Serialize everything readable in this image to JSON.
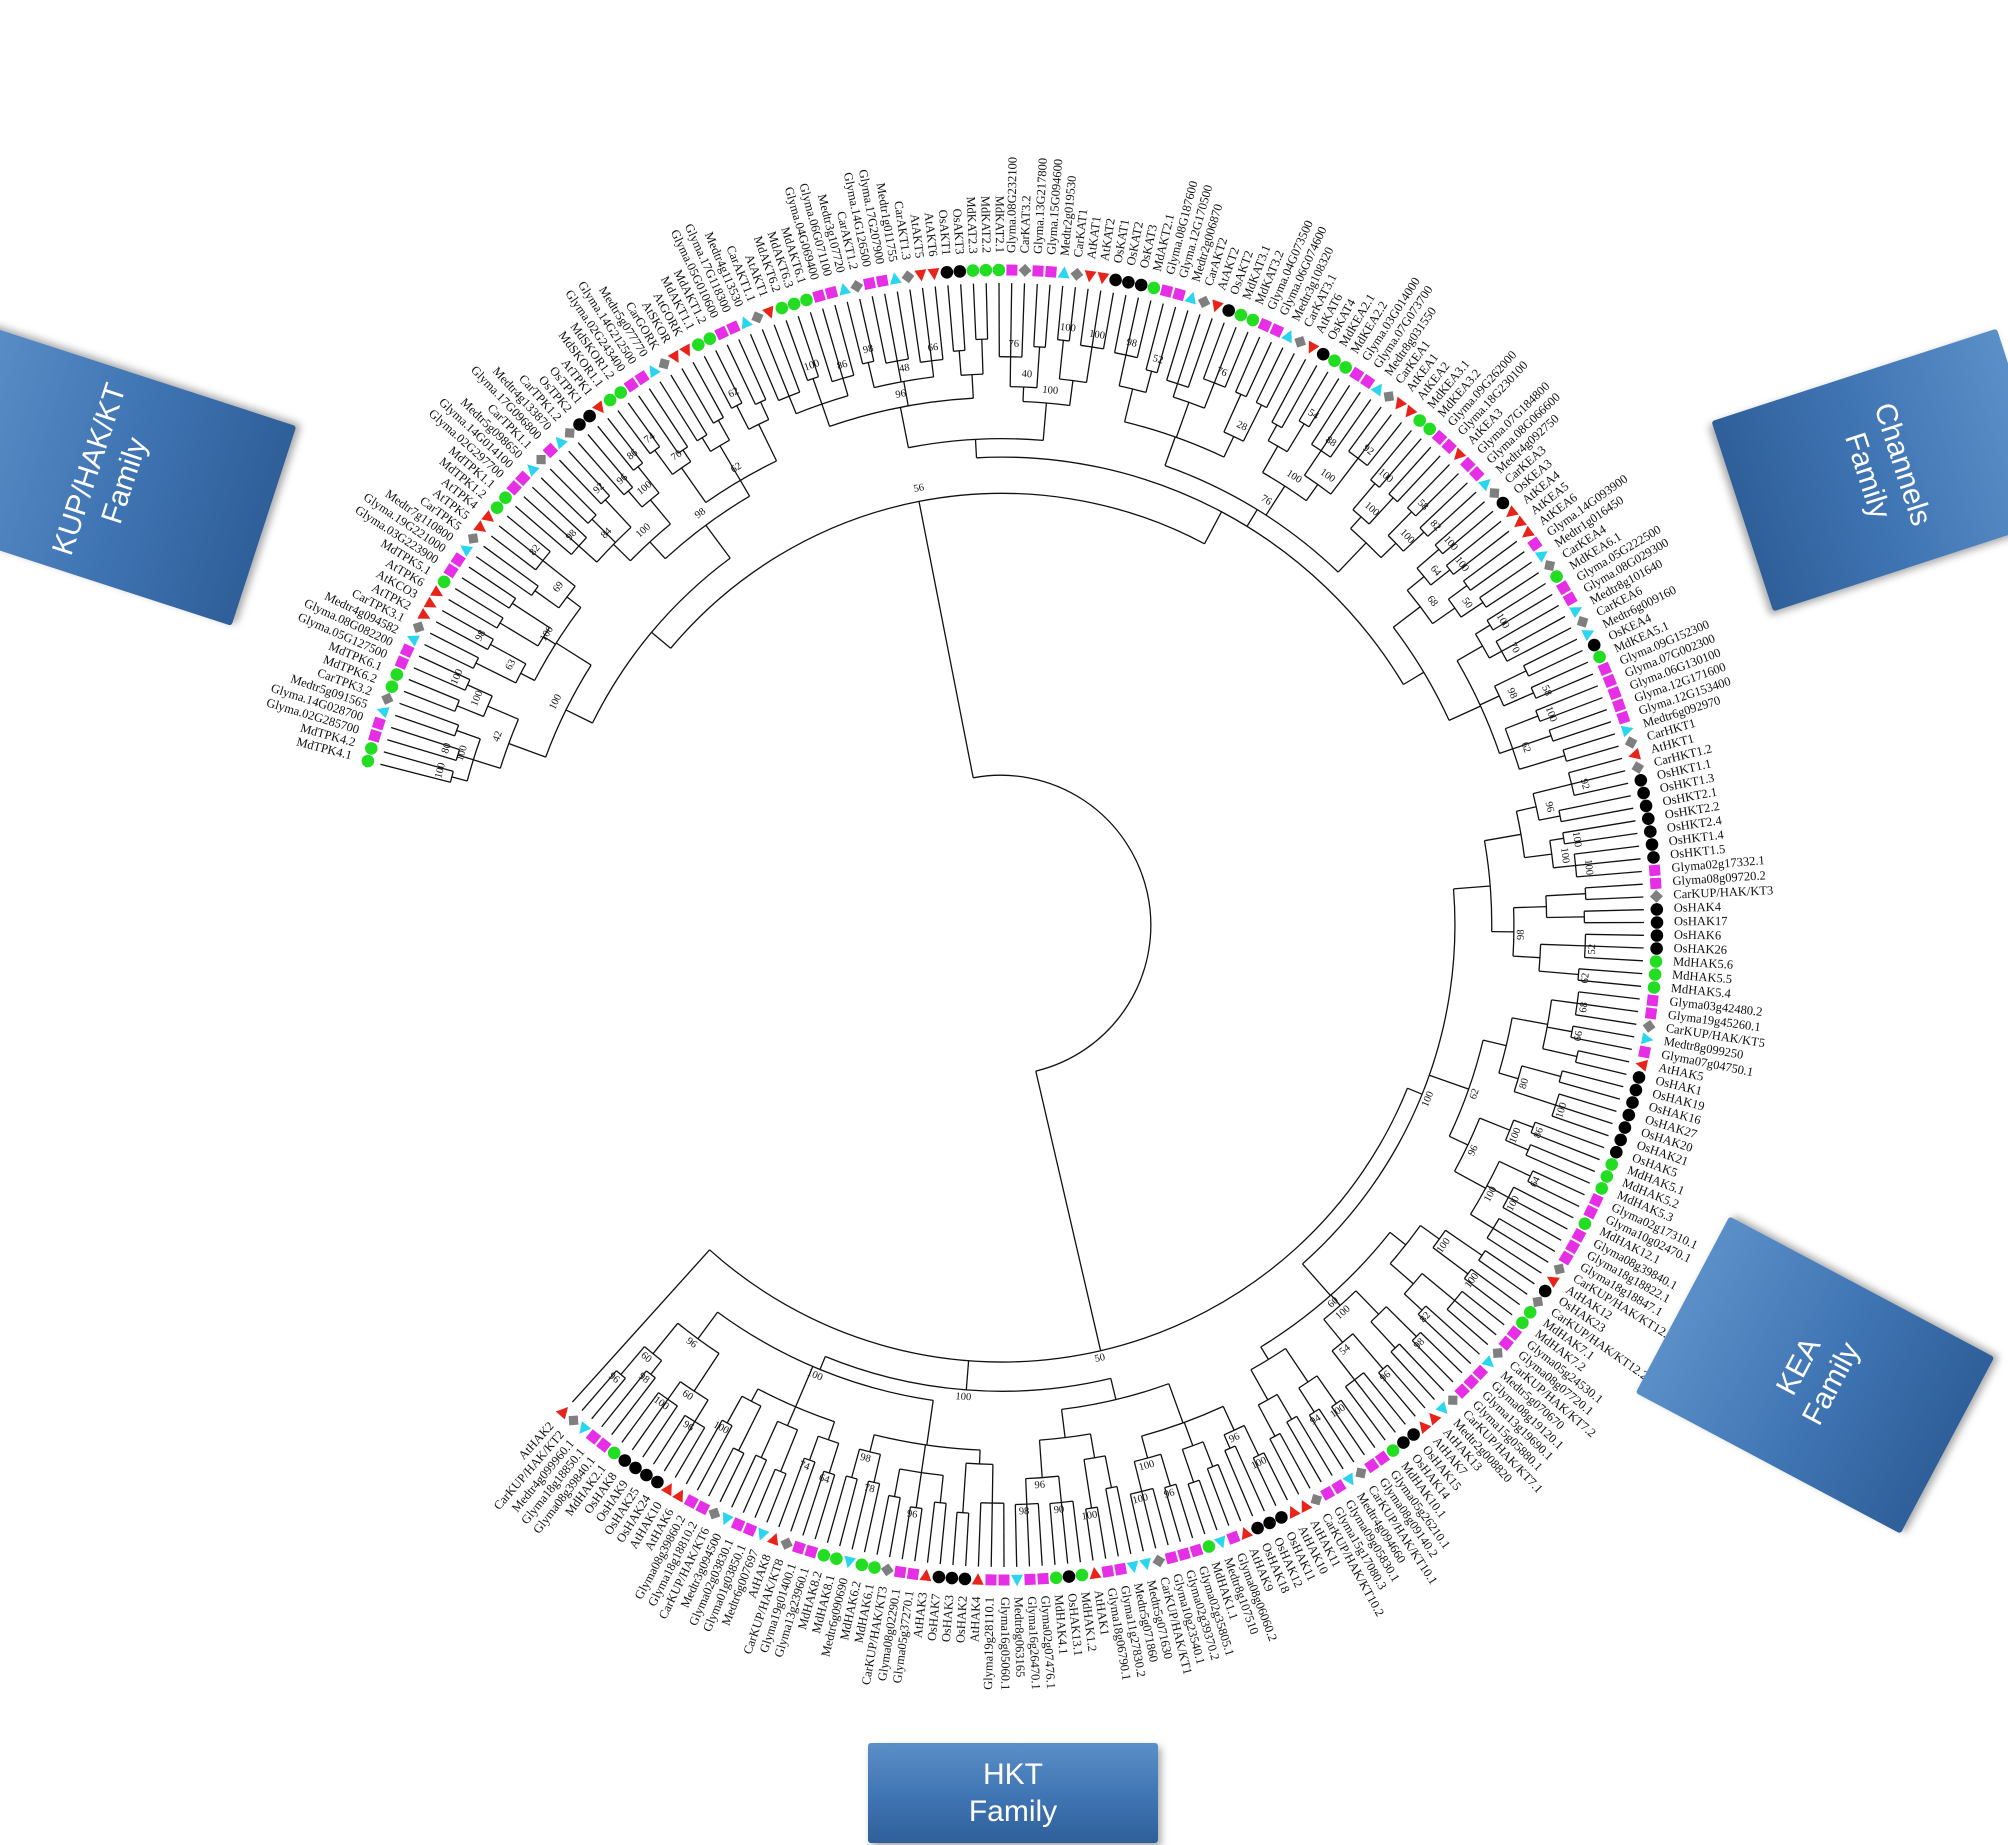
{
  "colors": {
    "At": "#e8231a",
    "Os": "#000000",
    "Md": "#22dd22",
    "Glyma": "#e62ee6",
    "Medtr": "#2ad6ee",
    "Car": "#7f7f7f",
    "branch": "#111111",
    "box": "#4a7fbf"
  },
  "families": [
    {
      "name": "KUP/HAK/KT\nFamily"
    },
    {
      "name": "Channels\nFamily"
    },
    {
      "name": "KEA\nFamily"
    },
    {
      "name": "HKT\nFamily"
    }
  ],
  "leaves": [
    "MdTPK4.1",
    "MdTPK4.2",
    "Glyma.02G285700",
    "Glyma.14G028700",
    "Medtr5g091565",
    "CarTPK3.2",
    "MdTPK6.2",
    "MdTPK6.1",
    "Glyma.05G127500",
    "Glyma.08G082200",
    "Medtr4g094582",
    "CarTPK3.1",
    "AtTPK2",
    "AtKCO3",
    "AtTPK6",
    "MdTPK5.1",
    "Glyma.03G223900",
    "Glyma.19G221000",
    "Medtr7g110800",
    "CarTPK5",
    "AtTPK5",
    "AtTPK4",
    "MdTPK1.2",
    "MdTPK1.1",
    "Glyma.02G297700",
    "Glyma.14G014100",
    "Medtr5g098650",
    "CarTPK1.1",
    "Glyma.17G096800",
    "Medtr4g133870",
    "CarTPK1.2",
    "OsTPK2",
    "OsTPK1",
    "AtTPK1",
    "MdSKOR1.1",
    "MdSKOR1.2",
    "Glyma.02G243400",
    "Glyma.14G212500",
    "Medtr5g077770",
    "CarGORK",
    "AtSKOR",
    "AtGORK",
    "MdAKT1.1",
    "MdAKT1.2",
    "Glyma.05G010600",
    "Glyma.17G118300",
    "Medtr4g113530",
    "CarAKT1.1",
    "AtAKT1",
    "MdAKT6.2",
    "MdAKT6.3",
    "MdAKT6.1",
    "Glyma.04G069400",
    "Glyma.06G071100",
    "Medtr3g107720",
    "CarAKT1.2",
    "Glyma.14G126500",
    "Glyma.17G207900",
    "Medtr1g011755",
    "CarAKT1.3",
    "AtAKT5",
    "AtAKT6",
    "OsAKT1",
    "OsAKT3",
    "MdKAT2.3",
    "MdKAT2.2",
    "MdKAT2.1",
    "Glyma.08G232100",
    "CarKAT3.2",
    "Glyma.13G217800",
    "Glyma.15G094600",
    "Medtr2g019530",
    "CarKAT1",
    "AtKAT1",
    "AtKAT2",
    "OsKAT1",
    "OsKAT2",
    "OsKAT3",
    "MdAKT2.1",
    "Glyma.08G187600",
    "Glyma.12G170500",
    "Medtr2g006870",
    "CarAKT2",
    "AtAKT2",
    "OsAKT2",
    "MdKAT3.1",
    "MdKAT3.2",
    "Glyma.04G073500",
    "Glyma.06G074600",
    "Medtr3g108320",
    "CarKAT3.1",
    "AtKAT6",
    "OsKAT4",
    "MdKEA2.1",
    "MdKEA2.2",
    "Glyma.03G014000",
    "Glyma.07G073700",
    "Medtr8g031550",
    "CarKEA1",
    "AtKEA1",
    "AtKEA2",
    "MdKEA3.1",
    "MdKEA3.2",
    "Glyma.09G262000",
    "Glyma.18G230100",
    "AtKEA3",
    "Glyma.07G184800",
    "Glyma.08G066600",
    "Medtr4g092750",
    "CarKEA3",
    "OsKEA3",
    "AtKEA4",
    "AtKEA5",
    "AtKEA6",
    "Glyma.14G093900",
    "Medtr1g016450",
    "CarKEA4",
    "MdKEA6.1",
    "Glyma.05G222500",
    "Glyma.08G029300",
    "Medtr8g101640",
    "CarKEA6",
    "Medtr6g009160",
    "OsKEA4",
    "MdKEA5.1",
    "Glyma.09G152300",
    "Glyma.07G002300",
    "Glyma.06G130100",
    "Glyma.12G171600",
    "Glyma.12G153400",
    "Medtr6g092970",
    "CarHKT1",
    "AtHKT1",
    "CarHKT1.2",
    "OsHKT1.1",
    "OsHKT1.3",
    "OsHKT2.1",
    "OsHKT2.2",
    "OsHKT2.4",
    "OsHKT1.4",
    "OsHKT1.5",
    "Glyma02g17332.1",
    "Glyma08g09720.2",
    "CarKUP/HAK/KT3",
    "OsHAK4",
    "OsHAK17",
    "OsHAK6",
    "OsHAK26",
    "MdHAK5.6",
    "MdHAK5.5",
    "MdHAK5.4",
    "Glyma03g42480.2",
    "Glyma19g45260.1",
    "CarKUP/HAK/KT5",
    "Medtr8g099250",
    "Glyma07g04750.1",
    "AtHAK5",
    "OsHAK1",
    "OsHAK19",
    "OsHAK16",
    "OsHAK27",
    "OsHAK20",
    "OsHAK21",
    "OsHAK5",
    "MdHAK5.1",
    "MdHAK5.2",
    "MdHAK5.3",
    "Glyma02g17310.1",
    "Glyma10g02470.1",
    "MdHAK12.1",
    "Glyma08g39840.1",
    "Glyma18g18822.1",
    "Glyma18g18847.1",
    "CarKUP/HAK/KT12.1",
    "AtHAK12",
    "OsHAK23",
    "CarKUP/HAK/KT12.2",
    "MdHAK7.1",
    "MdHAK7.2",
    "Glyma05g24530.1",
    "Glyma08g07720.1",
    "CarKUP/HAK/KT7.2",
    "Medtr5g070670",
    "Glyma08g19120.1",
    "Glyma13g19690.1",
    "Glyma15g05880.1",
    "CarKUP/HAK/KT7.1",
    "Medtr2g008820",
    "AtHAK13",
    "AtHAK7",
    "OsHAK15",
    "OsHAK14",
    "MdHAK10.1",
    "Glyma05g26210.1",
    "Glyma08g09140.2",
    "CarKUP/HAK/KT10.1",
    "Medtr4g094660",
    "Glyma09g05830.1",
    "Glyma15g17080.3",
    "CarKUP/HAK/KT10.2",
    "AtHAK11",
    "AtHAK10",
    "OsHAK11",
    "OsHAK12",
    "OsHAK18",
    "AtHAK9",
    "Glyma08g06060.2",
    "Medtr8g107510",
    "MdHAK1.1",
    "Glyma02g35805.1",
    "Glyma02g39370.2",
    "Glyma10g23540.1",
    "CarKUP/HAK/KT1",
    "Medtr5g071630",
    "Medtr5g071860",
    "Glyma11g27830.2",
    "Glyma18g06790.1",
    "AtHAK1",
    "MdHAK1.2",
    "OsHAK13.1",
    "MdHAK4.1",
    "Glyma02g07476.1",
    "Glyma16g26470.1",
    "Medtr8g063165",
    "Glyma16g05060.1",
    "Glyma19g28110.1",
    "AtHAK4",
    "OsHAK2",
    "OsHAK3",
    "OsHAK7",
    "AtHAK3",
    "Glyma05g37270.1",
    "Glyma08g02290.1",
    "CarKUP/HAK/KT3",
    "MdHAK6.1",
    "MdHAK6.2",
    "Medtr6g090690",
    "MdHAK8.1",
    "MdHAK8.2",
    "Glyma13g23960.1",
    "Glyma19g01400.1",
    "CarKUP/HAK/KT8",
    "AtHAK8",
    "Medtr6g007697",
    "Glyma01g03850.1",
    "Glyma02g03830.1",
    "Medtr3g094500",
    "CarKUP/HAK/KT6",
    "Glyma18g18810.2",
    "Glyma08g39860.2",
    "AtHAK6",
    "AtHAK10",
    "OsHAK24",
    "OsHAK25",
    "OsHAK9",
    "OsHAK8",
    "MdHAK2.1",
    "Glyma08g39840.1",
    "Glyma18g18850.1",
    "Medtr4g099960.1",
    "CarKUP/HAK/KT2",
    "AtHAK2"
  ],
  "bootstrap": [
    "100",
    "80",
    "100",
    "98",
    "82",
    "98",
    "92",
    "96",
    "86",
    "74",
    "62",
    "100",
    "86",
    "98",
    "66",
    "76",
    "100",
    "100",
    "98",
    "52",
    "76",
    "54",
    "88",
    "92",
    "100",
    "58",
    "82",
    "100",
    "100",
    "100",
    "70",
    "58",
    "100",
    "92",
    "100",
    "100",
    "52",
    "62",
    "68",
    "66",
    "100",
    "86",
    "64",
    "100",
    "100",
    "82",
    "98",
    "96",
    "100",
    "94",
    "100",
    "96",
    "100",
    "100",
    "90",
    "98",
    "96",
    "78",
    "64",
    "74",
    "100",
    "96",
    "100",
    "98",
    "96",
    "100",
    "100",
    "63",
    "69",
    "84",
    "100",
    "70",
    "48",
    "40",
    "28",
    "100",
    "100",
    "100",
    "64",
    "50",
    "98",
    "62",
    "96",
    "100",
    "80",
    "100",
    "100",
    "100",
    "54",
    "96",
    "100",
    "96",
    "98",
    "60",
    "60",
    "42",
    "100",
    "100",
    "62",
    "96",
    "100",
    "100",
    "68",
    "98",
    "96",
    "100",
    "96",
    "100",
    "98",
    "76",
    "62",
    "60",
    "100",
    "100",
    "100",
    "56",
    "50",
    "100",
    "92",
    "100",
    "96",
    "100",
    "98",
    "100",
    "92",
    "52",
    "95",
    "95",
    "100",
    "46",
    "90",
    "100",
    "94",
    "90",
    "74",
    "56",
    "100",
    "100",
    "100",
    "88"
  ]
}
